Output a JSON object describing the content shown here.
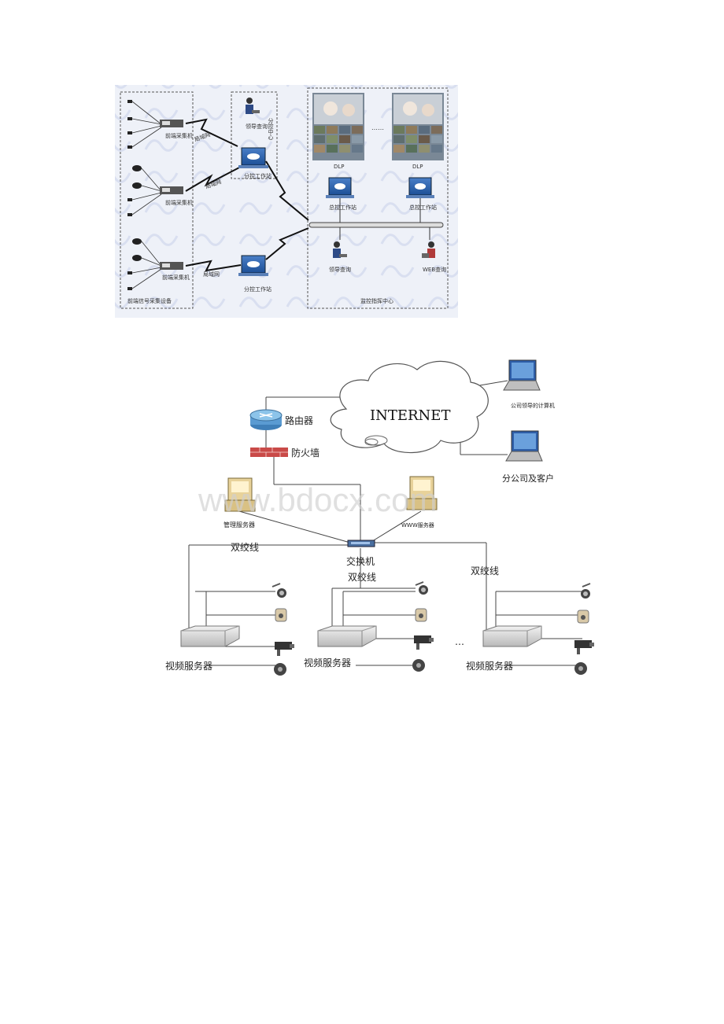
{
  "diagram1": {
    "collector_1_label": "前端采集机",
    "collector_2_label": "前端采集机",
    "collector_3_label": "前端采集机",
    "lan_1": "局域网",
    "lan_2": "局域网",
    "lan_3": "局域网",
    "leader_query_1": "领导查询",
    "sub_center": "分控中心",
    "sub_workstation_1": "分控工作站",
    "sub_workstation_2": "分控工作站",
    "dlp_1": "DLP",
    "dlp_2": "DLP",
    "ellipsis": "……",
    "main_workstation_1": "总控工作站",
    "main_workstation_2": "总控工作站",
    "leader_query_2": "领导查询",
    "web_query": "WEB查询",
    "front_devices": "前端信号采集设备",
    "command_center": "监控指挥中心"
  },
  "diagram2": {
    "router": "路由器",
    "internet": "INTERNET",
    "firewall": "防火墙",
    "company_leader_pc": "公司领导的计算机",
    "branch_clients": "分公司及客户",
    "mgmt_server": "管理服务器",
    "www_server": "WWW服务器",
    "switch": "交换机",
    "twisted_pair_1": "双绞线",
    "twisted_pair_2": "双绞线",
    "twisted_pair_3": "双绞线",
    "video_server_1": "视频服务器",
    "video_server_2": "视频服务器",
    "video_server_3": "视频服务器",
    "ellipsis": "…",
    "watermark": "www.bdocx.com"
  }
}
